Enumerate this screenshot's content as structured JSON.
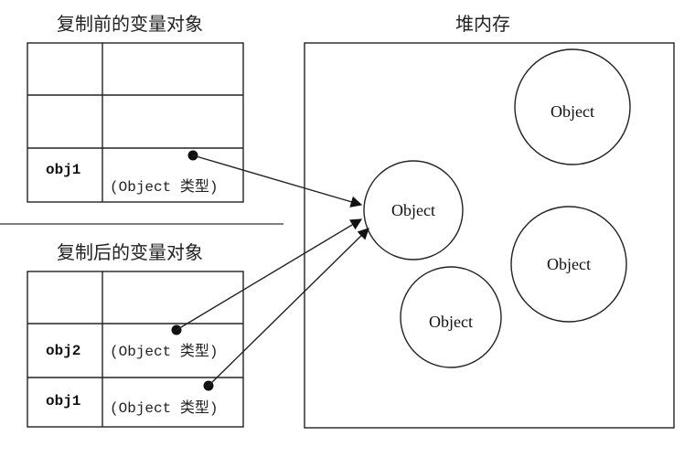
{
  "before": {
    "title": "复制前的变量对象",
    "rows": [
      {
        "name": "",
        "value": ""
      },
      {
        "name": "",
        "value": ""
      },
      {
        "name": "obj1",
        "value": "(Object 类型)"
      }
    ]
  },
  "after": {
    "title": "复制后的变量对象",
    "rows": [
      {
        "name": "",
        "value": ""
      },
      {
        "name": "obj2",
        "value": "(Object 类型)"
      },
      {
        "name": "obj1",
        "value": "(Object 类型)"
      }
    ]
  },
  "heap": {
    "title": "堆内存",
    "objects": [
      {
        "id": "referenced",
        "label": "Object"
      },
      {
        "id": "top-right",
        "label": "Object"
      },
      {
        "id": "middle-right",
        "label": "Object"
      },
      {
        "id": "bottom-middle",
        "label": "Object"
      }
    ]
  }
}
